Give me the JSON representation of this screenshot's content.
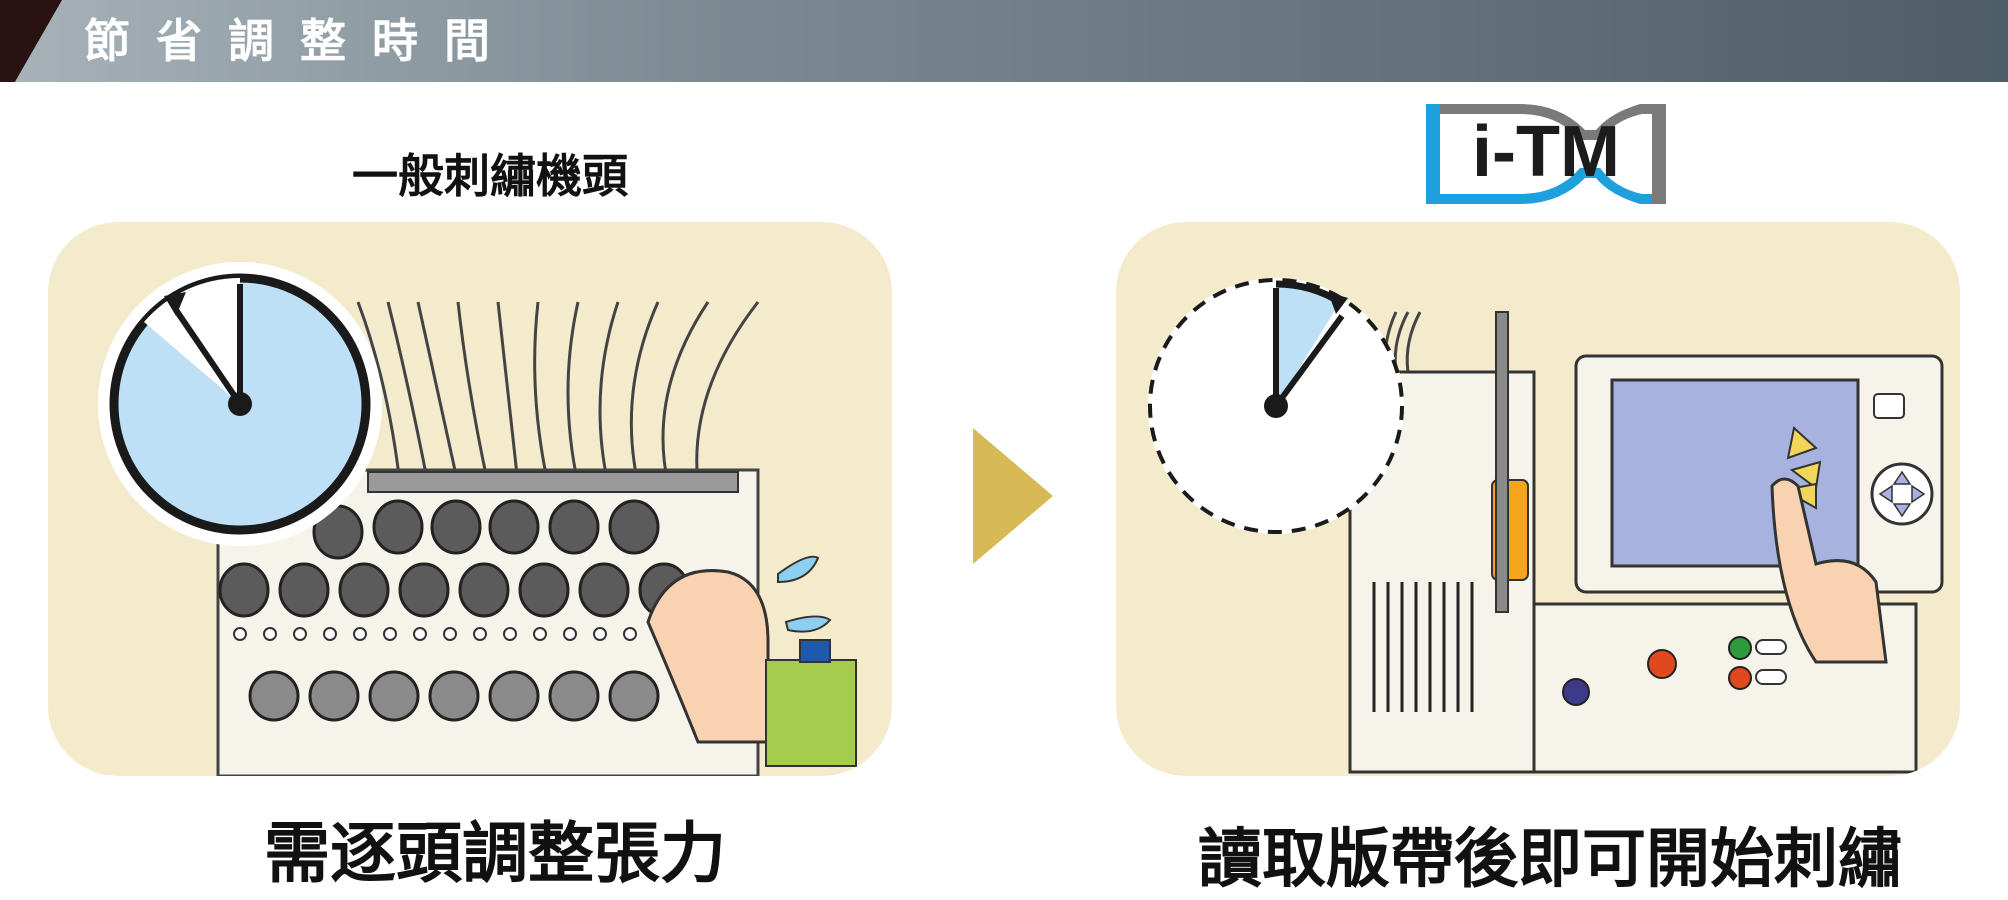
{
  "header": {
    "title": "節省調整時間"
  },
  "left_panel": {
    "heading": "一般刺繡機頭",
    "caption": "需逐頭調整張力"
  },
  "right_panel": {
    "logo_text": "i-TM",
    "caption": "讀取版帶後即可開始刺繡"
  },
  "colors": {
    "header_dark": "#2a1212",
    "panel_bg": "#f4ebcd",
    "arrow": "#d7b956",
    "clock_fill": "#bde0f6",
    "logo_blue": "#1ea0dc",
    "logo_gray": "#7a7a7a",
    "screen": "#a7b3de"
  },
  "icons": {
    "left_clock": "stopwatch-icon",
    "right_clock": "stopwatch-icon",
    "next_arrow": "triangle-right-icon"
  }
}
